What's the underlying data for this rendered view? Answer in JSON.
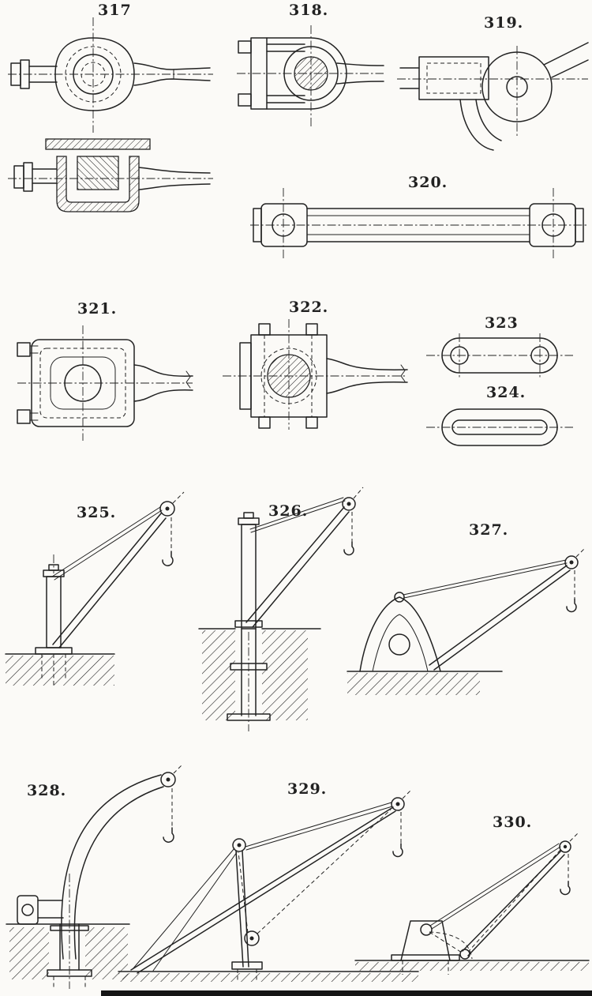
{
  "colors": {
    "paper": "#fbfaf7",
    "ink": "#222222"
  },
  "plate": {
    "description": "engraved-plate-of-machine-parts-rod-ends-links-and-cranes"
  },
  "figures": [
    {
      "label": "317",
      "depicts": "rod-end-ball-joint-plan-and-section"
    },
    {
      "label": "318.",
      "depicts": "clevis-rod-end-with-bolted-strap-and-pin-section"
    },
    {
      "label": "319.",
      "depicts": "open-hook-rod-end-on-guide-block"
    },
    {
      "label": "320.",
      "depicts": "coupling-link-bar-with-two-pin-eyes"
    },
    {
      "label": "321.",
      "depicts": "box-strap-rod-end-with-side-bolts"
    },
    {
      "label": "322.",
      "depicts": "bolted-strap-rod-end-with-pin-section"
    },
    {
      "label": "323",
      "depicts": "flat-link-with-two-eye-holes"
    },
    {
      "label": "324.",
      "depicts": "slotted-flat-link"
    },
    {
      "label": "325.",
      "depicts": "pillar-jib-crane-on-baseplate"
    },
    {
      "label": "326.",
      "depicts": "pillar-jib-crane-in-sunk-foundation"
    },
    {
      "label": "327.",
      "depicts": "bracket-jib-crane-on-pedestal"
    },
    {
      "label": "328.",
      "depicts": "curved-swan-neck-jib-crane"
    },
    {
      "label": "329.",
      "depicts": "derrick-crane-with-back-stays"
    },
    {
      "label": "330.",
      "depicts": "derrick-crane-on-pedestal-with-luffing-arc"
    }
  ]
}
